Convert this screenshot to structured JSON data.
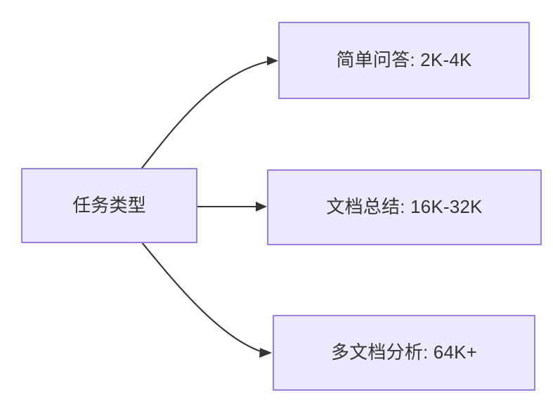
{
  "diagram": {
    "type": "flowchart",
    "direction": "left-to-right",
    "background_color": "#ffffff",
    "node_fill_color": "#ece9fc",
    "node_border_color": "#9a7fe0",
    "node_text_color": "#333333",
    "edge_color": "#333333",
    "source_node": {
      "id": "task-type",
      "label": "任务类型"
    },
    "target_nodes": [
      {
        "id": "simple-qa",
        "label": "简单问答: 2K-4K"
      },
      {
        "id": "doc-summary",
        "label": "文档总结: 16K-32K"
      },
      {
        "id": "multi-doc",
        "label": "多文档分析: 64K+"
      }
    ],
    "edges": [
      {
        "id": "edge-to-simple-qa",
        "from": "task-type",
        "to": "simple-qa",
        "style": "curved",
        "arrowhead": "solid-triangle"
      },
      {
        "id": "edge-to-doc-summary",
        "from": "task-type",
        "to": "doc-summary",
        "style": "straight",
        "arrowhead": "solid-triangle"
      },
      {
        "id": "edge-to-multi-doc",
        "from": "task-type",
        "to": "multi-doc",
        "style": "curved",
        "arrowhead": "solid-triangle"
      }
    ]
  }
}
